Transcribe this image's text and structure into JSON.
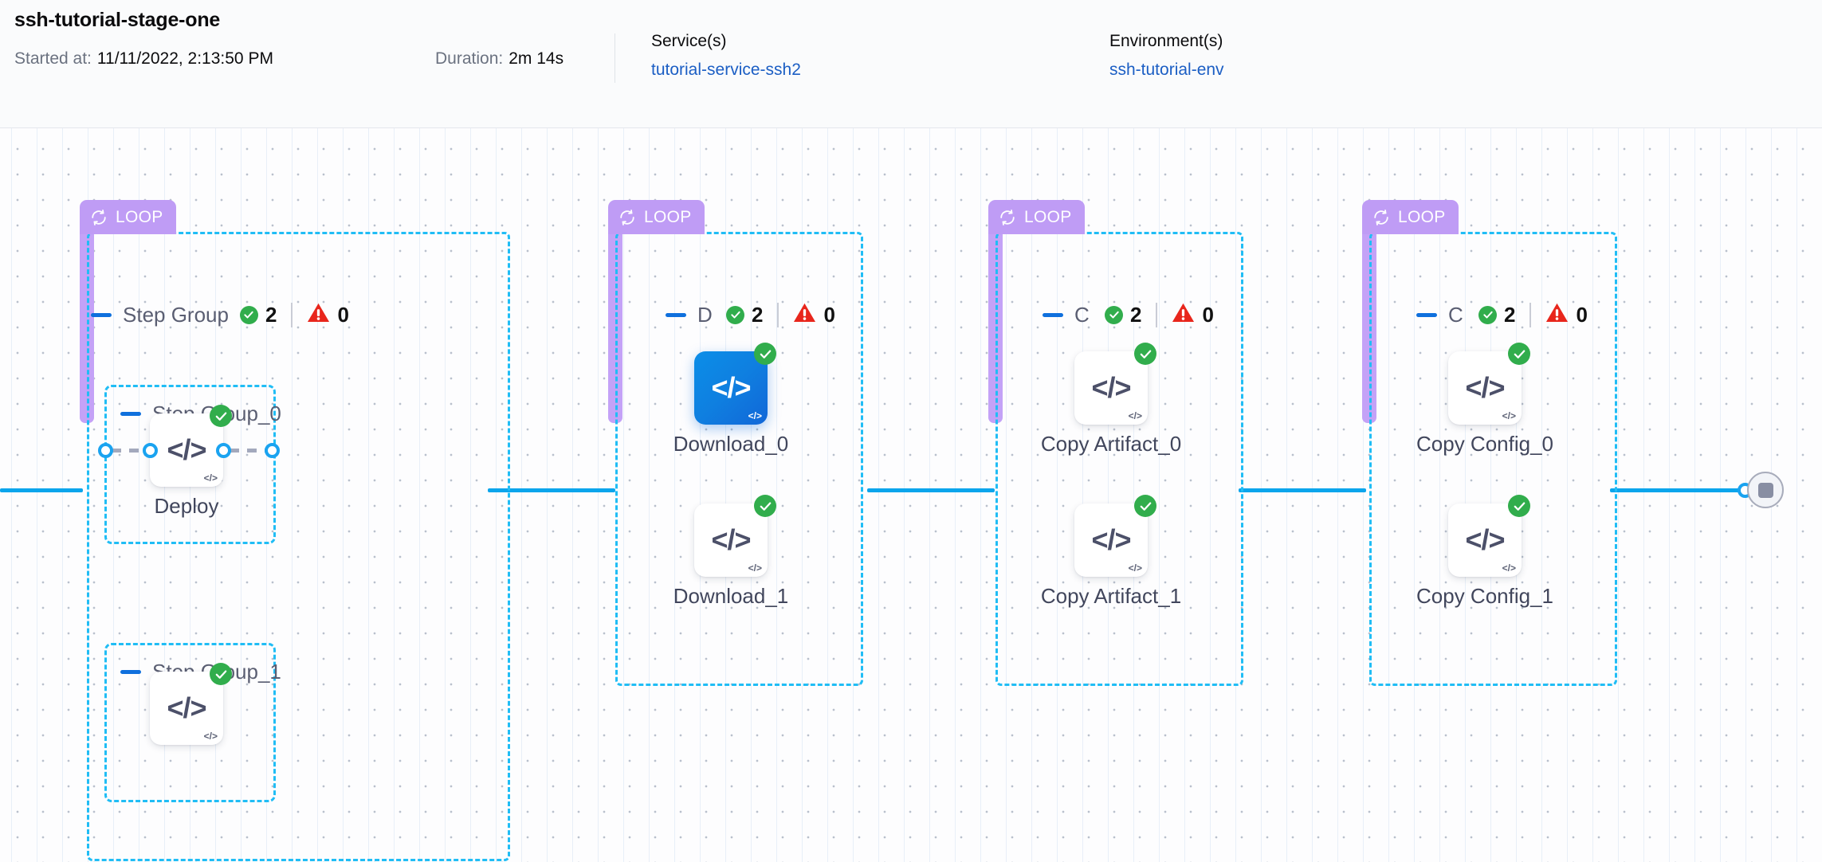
{
  "header": {
    "title": "ssh-tutorial-stage-one",
    "started_label": "Started at:",
    "started_value": "11/11/2022, 2:13:50 PM",
    "duration_label": "Duration:",
    "duration_value": "2m 14s",
    "services_title": "Service(s)",
    "services_value": "tutorial-service-ssh2",
    "environments_title": "Environment(s)",
    "environments_value": "ssh-tutorial-env"
  },
  "colors": {
    "loop_badge": "#bf9cf5",
    "loop_bar": "#c4a2f7",
    "group_border": "#20bdf5",
    "edge": "#0ba5ec",
    "success": "#31ad4c",
    "error": "#e8261c",
    "selected_node": "#0f7fe0",
    "link": "#1b5ec4"
  },
  "canvas": {
    "loop_badge_label": "LOOP",
    "groups": [
      {
        "id": "step-group",
        "label": "Step Group",
        "success_count": "2",
        "error_count": "0",
        "subgroups": [
          {
            "label": "Step Group_0",
            "node_label": "Deploy"
          },
          {
            "label": "Step Group_1",
            "node_label": ""
          }
        ]
      },
      {
        "id": "download-group",
        "label": "D",
        "success_count": "2",
        "error_count": "0",
        "nodes": [
          {
            "label": "Download_0",
            "selected": true
          },
          {
            "label": "Download_1",
            "selected": false
          }
        ]
      },
      {
        "id": "copy-artifact-group",
        "label": "C",
        "success_count": "2",
        "error_count": "0",
        "nodes": [
          {
            "label": "Copy Artifact_0",
            "selected": false
          },
          {
            "label": "Copy Artifact_1",
            "selected": false
          }
        ]
      },
      {
        "id": "copy-config-group",
        "label": "C",
        "success_count": "2",
        "error_count": "0",
        "nodes": [
          {
            "label": "Copy Config_0",
            "selected": false
          },
          {
            "label": "Copy Config_1",
            "selected": false
          }
        ]
      }
    ]
  }
}
